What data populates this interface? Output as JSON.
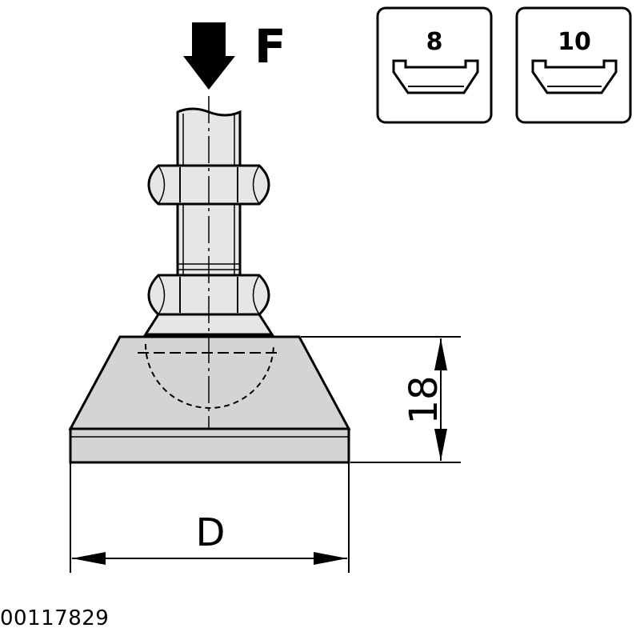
{
  "force_label": "F",
  "slot_profiles": [
    {
      "label": "8"
    },
    {
      "label": "10"
    }
  ],
  "dimensions": {
    "height_label": "18",
    "diameter_label": "D"
  },
  "part_number": "00117829",
  "colors": {
    "line": "#000000",
    "base_fill": "#d4d4d4",
    "stud_fill": "#e6e6e6",
    "background": "#ffffff"
  }
}
